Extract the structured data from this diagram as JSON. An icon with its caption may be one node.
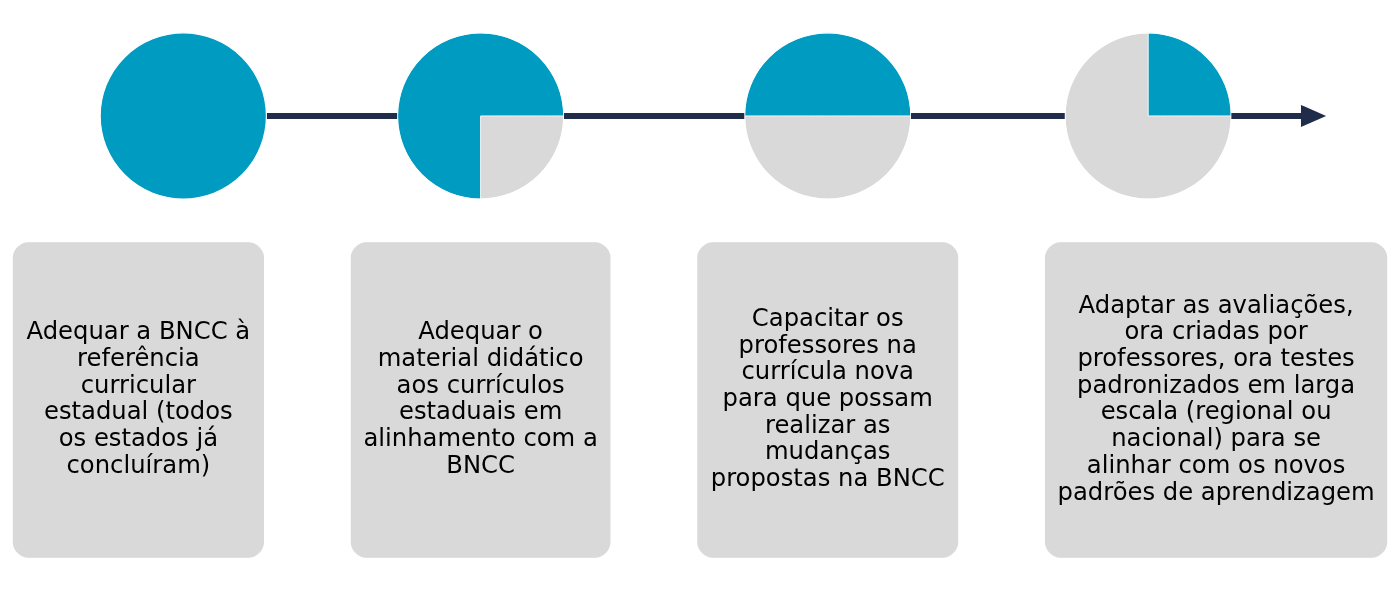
{
  "diagram": {
    "nodes": [
      {
        "text": [],
        "shape": "circle"
      },
      {
        "text": [],
        "shape": "circle"
      },
      {
        "text": [],
        "shape": "circle"
      },
      {
        "text": [],
        "shape": "circle"
      },
      {
        "text": [
          "Adequar a BNCC à referência curricular estadual (todos os estados já concluíram)"
        ]
      },
      {
        "text": [
          "Adequar o material didático aos currículos estaduais em alinhamento com a BNCC"
        ]
      },
      {
        "text": [
          "Capacitar os professores na currícula nova para que possam realizar as mudanças propostas na BNCC"
        ]
      },
      {
        "text": [
          "Adaptar as avaliações, ora criadas por professores, ora testes padronizados em larga escala (regional ou nacional) para se alinhar com os novos padrões de aprendizagem"
        ]
      }
    ],
    "edges": [
      {
        "from": 0,
        "to": 1,
        "arrow": "none"
      },
      {
        "from": 1,
        "to": 2,
        "arrow": "none"
      },
      {
        "from": 2,
        "to": 3,
        "arrow": "none"
      },
      {
        "from": 3,
        "to": null,
        "arrow": "to"
      }
    ]
  }
}
